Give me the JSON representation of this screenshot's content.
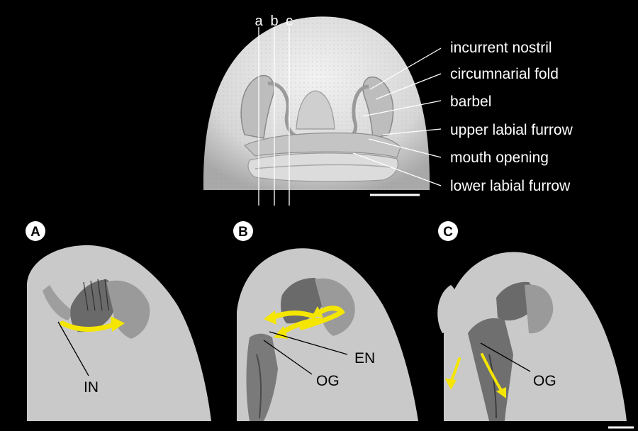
{
  "colors": {
    "background": "#000000",
    "tissue": "#c9c9c9",
    "arrow": "#f4e600",
    "badge": "#ffffff"
  },
  "top_panel": {
    "slice_markers": [
      "a",
      "b",
      "c"
    ],
    "labels": [
      "incurrent nostril",
      "circumnarial fold",
      "barbel",
      "upper labial furrow",
      "mouth opening",
      "lower labial furrow"
    ]
  },
  "panels": [
    {
      "badge": "A",
      "labels": [
        "IN"
      ]
    },
    {
      "badge": "B",
      "labels": [
        "EN",
        "OG"
      ]
    },
    {
      "badge": "C",
      "labels": [
        "OG"
      ]
    }
  ]
}
